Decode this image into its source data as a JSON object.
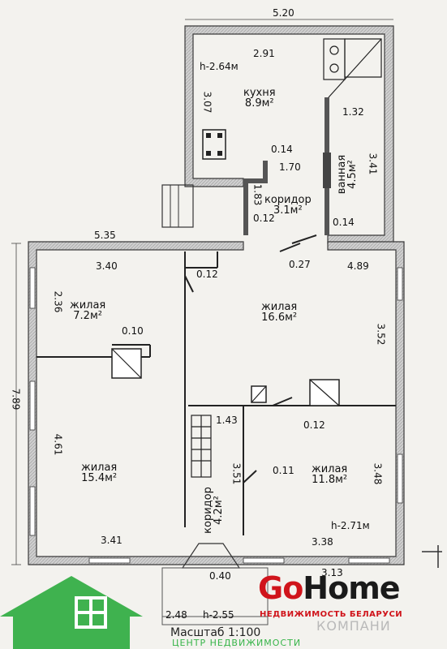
{
  "rooms": {
    "kitchen": {
      "name": "кухня",
      "area": "8.9м²",
      "height": "h-2.64м"
    },
    "bathroom": {
      "name": "ванная",
      "area": "4.5м²"
    },
    "corridor_top": {
      "name": "коридор",
      "area": "3.1м²"
    },
    "living_1": {
      "name": "жилая",
      "area": "7.2м²"
    },
    "living_2": {
      "name": "жилая",
      "area": "16.6м²"
    },
    "living_3": {
      "name": "жилая",
      "area": "15.4м²"
    },
    "living_4": {
      "name": "жилая",
      "area": "11.8м²"
    },
    "corridor_bottom": {
      "name": "коридор",
      "area": "4.2м²"
    },
    "main_height": "h-2.71м"
  },
  "dimensions": {
    "top_width": "5.20",
    "kitchen_width": "2.91",
    "kitchen_depth": "3.07",
    "bath_width": "1.32",
    "bath_depth": "3.41",
    "d_014_a": "0.14",
    "d_170": "1.70",
    "d_183": "1.83",
    "d_012_a": "0.12",
    "d_014_b": "0.14",
    "d_535": "5.35",
    "d_340": "3.40",
    "d_012_b": "0.12",
    "d_027": "0.27",
    "d_489": "4.89",
    "d_236": "2.36",
    "d_010": "0.10",
    "d_352": "3.52",
    "overall_height": "7.89",
    "d_461": "4.61",
    "d_143": "1.43",
    "d_012_c": "0.12",
    "d_011": "0.11",
    "d_351": "3.51",
    "d_348": "3.48",
    "d_341": "3.41",
    "d_338": "3.38",
    "d_040": "0.40",
    "d_313": "3.13",
    "d_248": "2.48"
  },
  "footer": {
    "scale": "Масштаб 1:100",
    "partial_text": "h-2.55"
  },
  "logo": {
    "go": "Go",
    "home": "Home",
    "subtitle": "НЕДВИЖИМОСТЬ БЕЛАРУСИ",
    "faded_brand": "КОМПАНИ",
    "faded_sub": "ЦЕНТР НЕДВИЖИМОСТИ"
  },
  "colors": {
    "wall": "#4a4a4a",
    "wall_fill": "#bdbdbd",
    "logo_green": "#3fb24f",
    "logo_red": "#d0141b"
  }
}
